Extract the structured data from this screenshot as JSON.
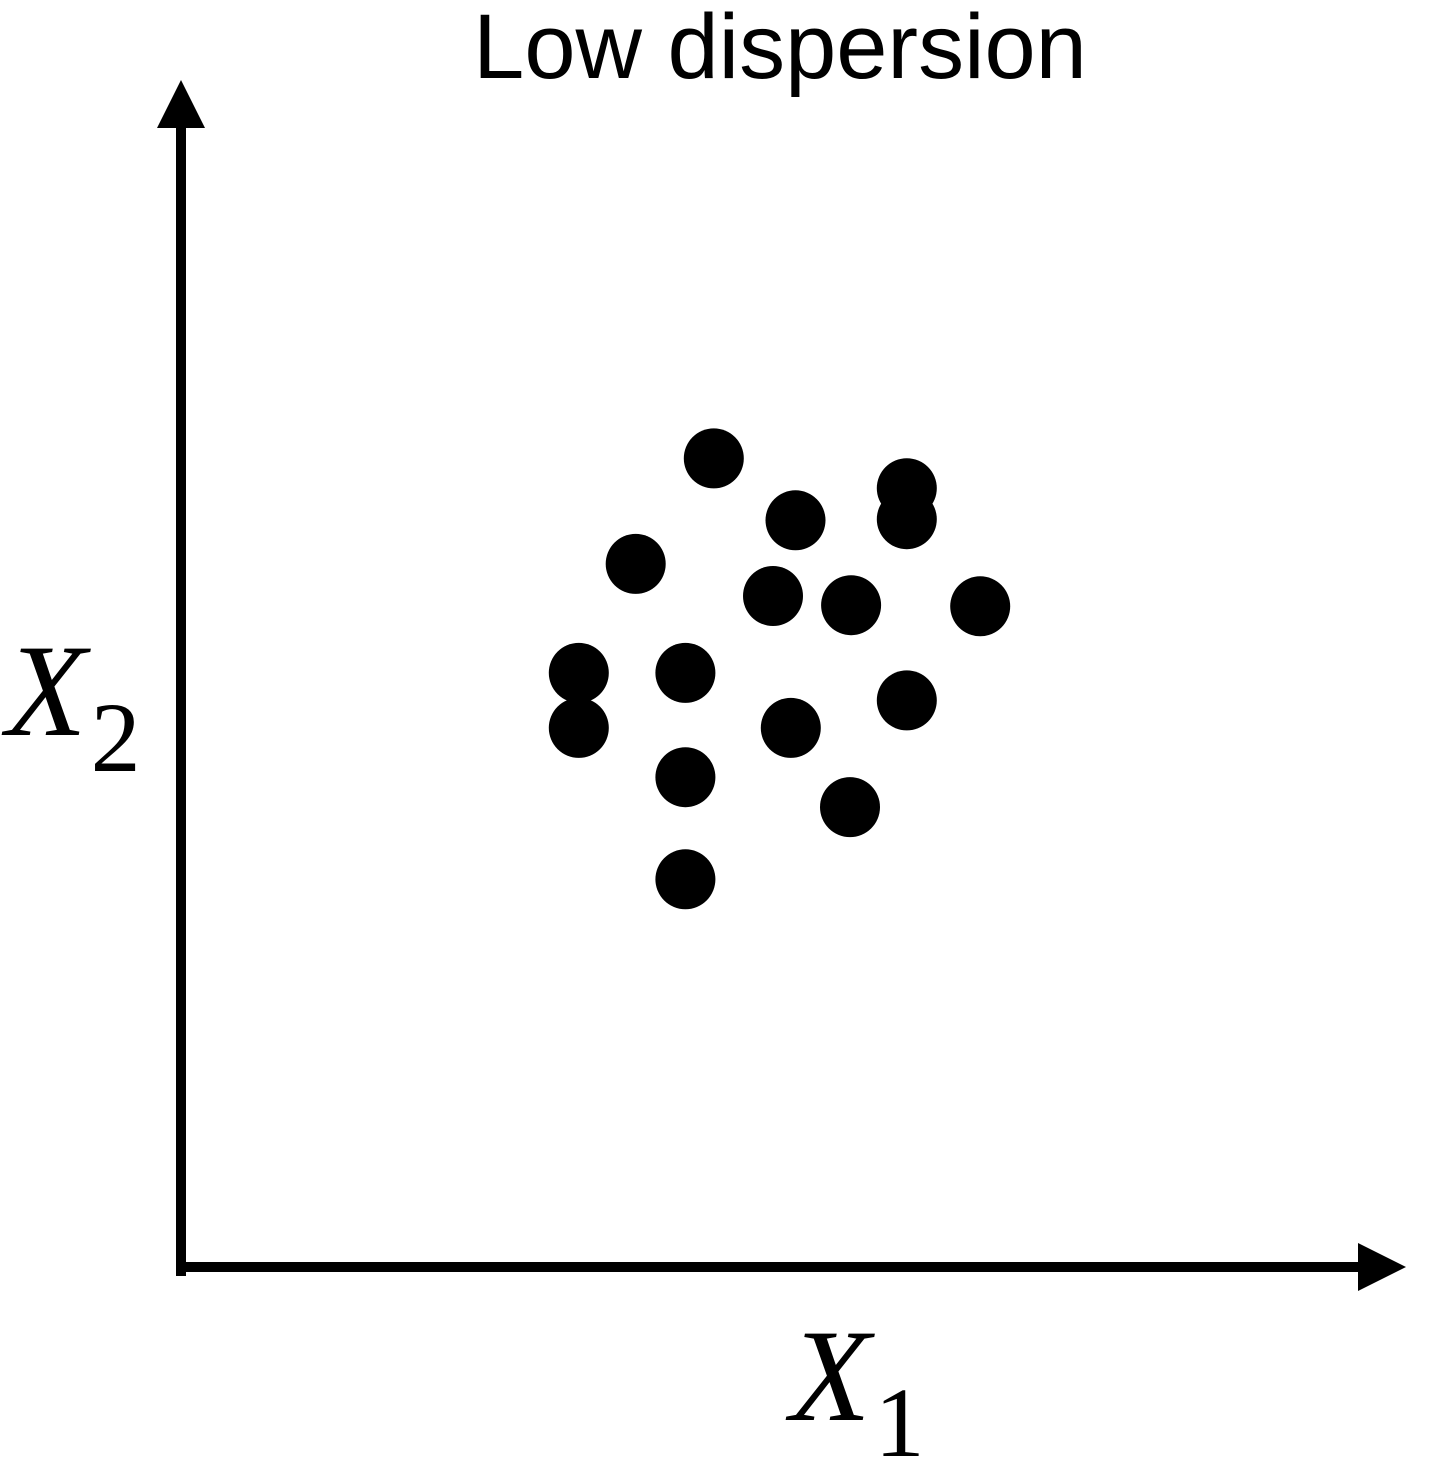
{
  "chart_data": {
    "type": "scatter",
    "title": "Low dispersion",
    "xlabel": {
      "variable": "X",
      "subscript": "1"
    },
    "ylabel": {
      "variable": "X",
      "subscript": "2"
    },
    "xlim": [
      0,
      100
    ],
    "ylim": [
      0,
      100
    ],
    "grid": false,
    "legend": "none",
    "marker_color": "#000000",
    "axis_color": "#000000",
    "points": [
      {
        "x": 45.0,
        "y": 70.5
      },
      {
        "x": 51.9,
        "y": 65.1
      },
      {
        "x": 61.3,
        "y": 67.9
      },
      {
        "x": 61.3,
        "y": 65.2
      },
      {
        "x": 38.4,
        "y": 61.3
      },
      {
        "x": 50.0,
        "y": 58.5
      },
      {
        "x": 56.6,
        "y": 57.7
      },
      {
        "x": 67.5,
        "y": 57.6
      },
      {
        "x": 33.6,
        "y": 51.8
      },
      {
        "x": 42.6,
        "y": 51.8
      },
      {
        "x": 61.3,
        "y": 49.4
      },
      {
        "x": 33.6,
        "y": 47.0
      },
      {
        "x": 51.5,
        "y": 47.0
      },
      {
        "x": 42.6,
        "y": 42.7
      },
      {
        "x": 56.5,
        "y": 40.1
      },
      {
        "x": 42.6,
        "y": 33.8
      }
    ]
  }
}
